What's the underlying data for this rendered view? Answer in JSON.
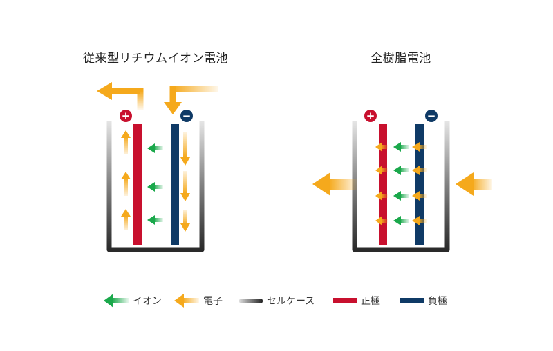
{
  "panels": [
    {
      "title": "従来型リチウムイオン電池"
    },
    {
      "title": "全樹脂電池"
    }
  ],
  "terminals": {
    "positive_symbol": "+",
    "negative_symbol": "−"
  },
  "legend": [
    {
      "label": "イオン"
    },
    {
      "label": "電子"
    },
    {
      "label": "セルケース"
    },
    {
      "label": "正極"
    },
    {
      "label": "負極"
    }
  ],
  "colors": {
    "ion": "#1aa84b",
    "electron": "#f5a91c",
    "case": "#333333",
    "positive": "#c8102e",
    "negative": "#0f3a66"
  }
}
